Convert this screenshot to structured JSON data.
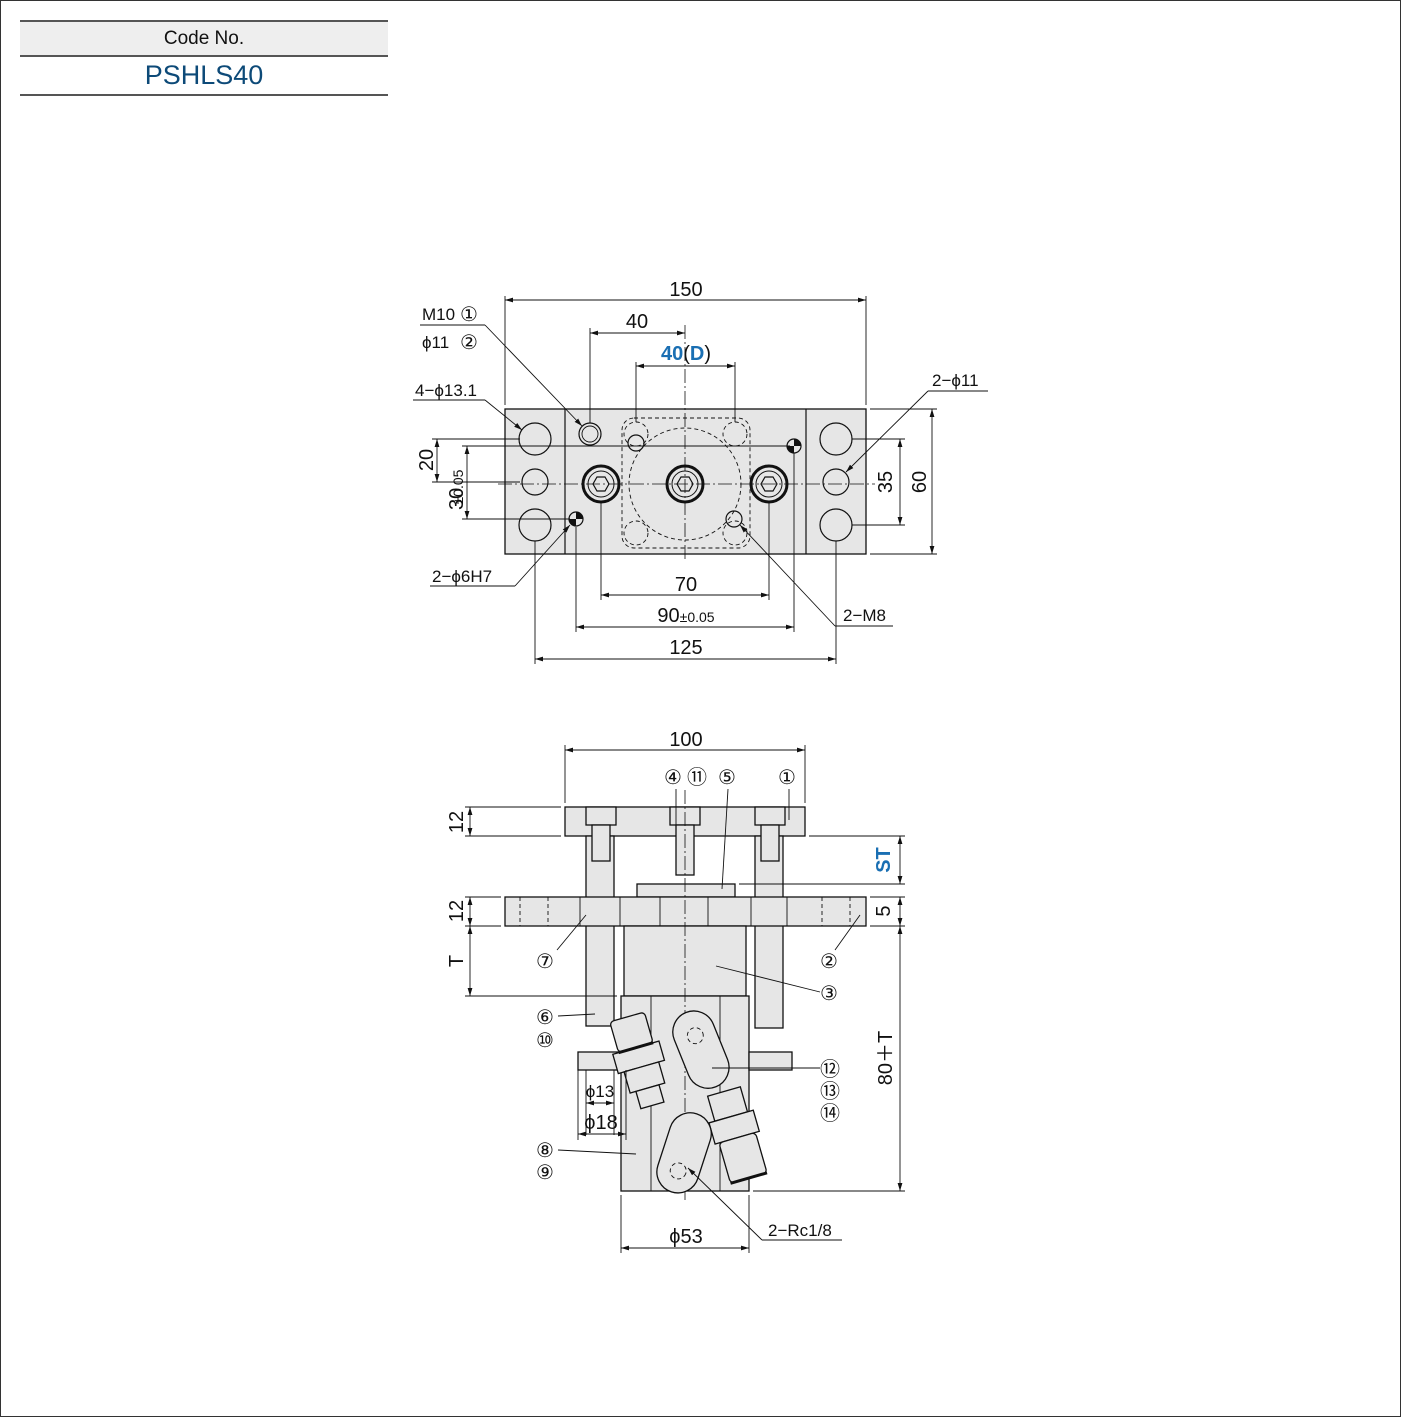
{
  "code": {
    "header": "Code No.",
    "value": "PSHLS40"
  },
  "top_view": {
    "dim_width": "150",
    "dim_40": "40",
    "dim_40D_num": "40",
    "dim_40D_letter": "D",
    "label_m10": "M10",
    "label_phi11": "ϕ11",
    "circ_1": "①",
    "circ_2": "②",
    "label_4_phi131": "4−ϕ13.1",
    "label_2_phi11": "2−ϕ11",
    "dim_20": "20",
    "dim_30": "30",
    "tol_005": "±0.05",
    "dim_35": "35",
    "dim_60": "60",
    "label_2_phi6h7": "2−ϕ6H7",
    "dim_70": "70",
    "dim_90": "90",
    "label_2_m8": "2−M8",
    "dim_125": "125"
  },
  "side_view": {
    "dim_100": "100",
    "bal_4": "④",
    "bal_11": "⑪",
    "bal_5": "⑤",
    "bal_1": "①",
    "dim_12a": "12",
    "dim_12b": "12",
    "dim_st": "ST",
    "dim_5": "5",
    "dim_t": "T",
    "bal_7": "⑦",
    "bal_2": "②",
    "bal_3": "③",
    "bal_6": "⑥",
    "bal_10": "⑩",
    "bal_12": "⑫",
    "bal_13": "⑬",
    "bal_14": "⑭",
    "dim_80t": "80＋T",
    "dim_phi13": "ϕ13",
    "dim_phi18": "ϕ18",
    "bal_8": "⑧",
    "bal_9": "⑨",
    "dim_phi53": "ϕ53",
    "label_rc": "2−Rc1/8"
  }
}
